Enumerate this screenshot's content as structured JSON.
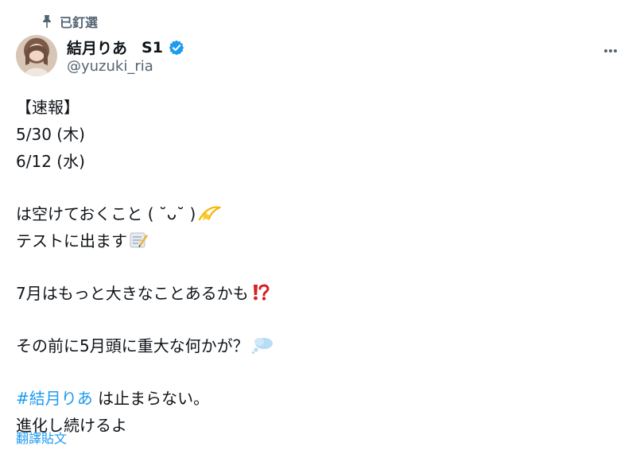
{
  "pinned": {
    "label": "已釘選",
    "icon": "pin-icon"
  },
  "user": {
    "name": "結月りあ",
    "label": "S1",
    "handle": "@yuzuki_ria",
    "verified": true
  },
  "post": {
    "lines": {
      "l1": "【速報】",
      "l2": "5/30 (木)",
      "l3": "6/12 (水)",
      "l4": "は空けておくこと ( ˘ᴗ˘ )",
      "l5": "テストに出ます",
      "l6": "7月はもっと大きなことあるかも",
      "l7": "その前に5月頭に重大な何かが？",
      "l8_hashtag": "#結月りあ",
      "l8_rest": " は止まらない。",
      "l9": "進化し続けるよ"
    },
    "emojis": {
      "e1": "dizzy-star-icon",
      "e2": "memo-icon",
      "e3": "exclamation-question-icon",
      "e4": "thought-bubble-icon"
    }
  },
  "actions": {
    "translate": "翻譯貼文",
    "more": "more-icon"
  },
  "colors": {
    "text": "#0f1419",
    "secondary": "#536471",
    "link": "#1d9bf0",
    "verified": "#1d9bf0"
  }
}
